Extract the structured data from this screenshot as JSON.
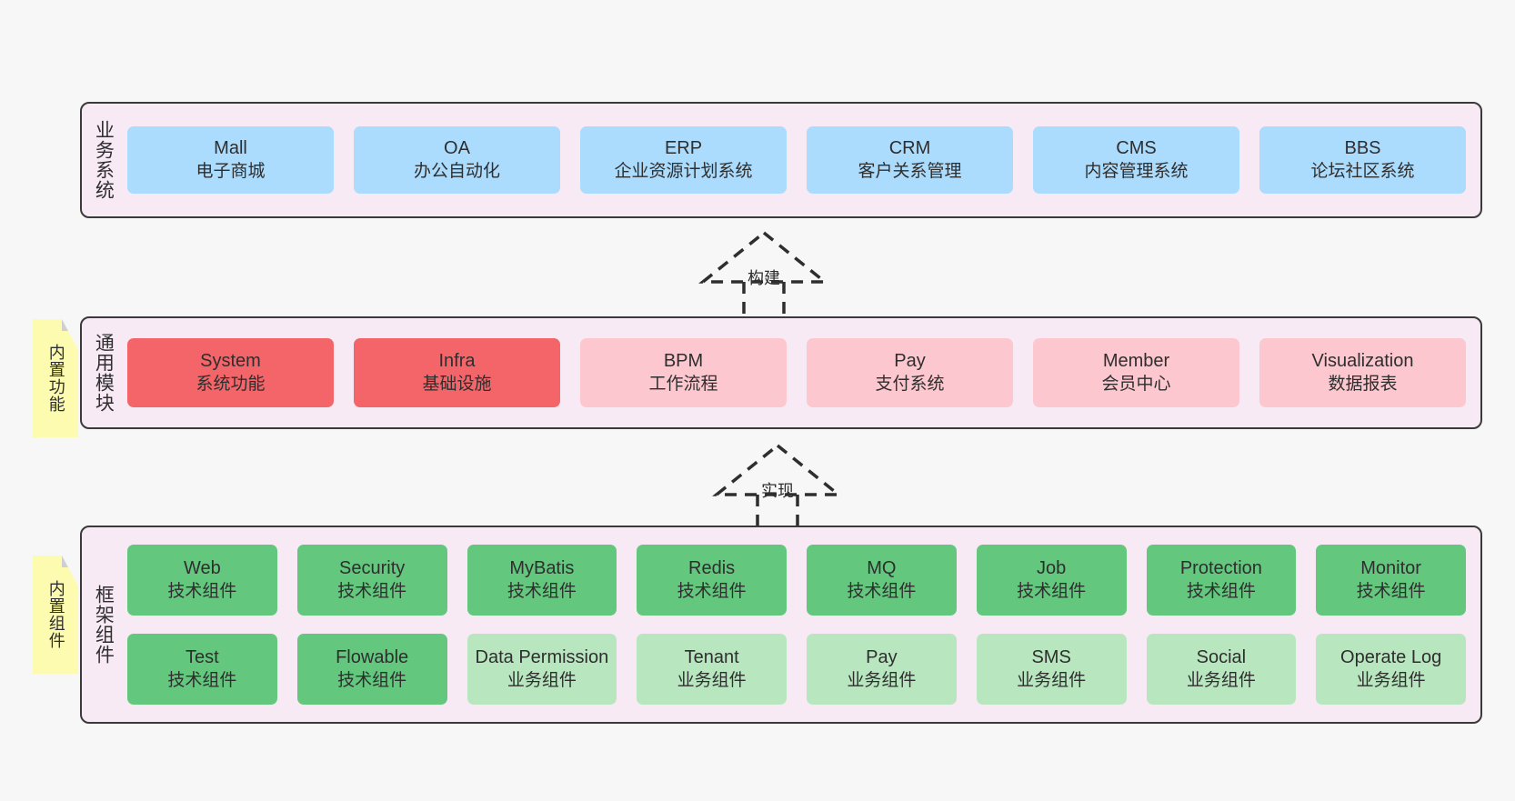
{
  "diagram": {
    "title": "",
    "background_color": "#F7F7F7",
    "container_color": "#F8EAF5",
    "border_color": "#3A3A3A"
  },
  "layers": [
    {
      "id": "business",
      "caption": "业务系统",
      "rows": [
        {
          "cards": [
            {
              "en": "Mall",
              "cn": "电子商城",
              "color": "#ACDCFD",
              "style": "c-blue"
            },
            {
              "en": "OA",
              "cn": "办公自动化",
              "color": "#ACDCFD",
              "style": "c-blue"
            },
            {
              "en": "ERP",
              "cn": "企业资源计划系统",
              "color": "#ACDCFD",
              "style": "c-blue"
            },
            {
              "en": "CRM",
              "cn": "客户关系管理",
              "color": "#ACDCFD",
              "style": "c-blue"
            },
            {
              "en": "CMS",
              "cn": "内容管理系统",
              "color": "#ACDCFD",
              "style": "c-blue"
            },
            {
              "en": "BBS",
              "cn": "论坛社区系统",
              "color": "#ACDCFD",
              "style": "c-blue"
            }
          ]
        }
      ]
    },
    {
      "id": "common",
      "caption": "通用模块",
      "sticky": "内置功能",
      "rows": [
        {
          "cards": [
            {
              "en": "System",
              "cn": "系统功能",
              "color": "#F4656A",
              "style": "c-red"
            },
            {
              "en": "Infra",
              "cn": "基础设施",
              "color": "#F4656A",
              "style": "c-red"
            },
            {
              "en": "BPM",
              "cn": "工作流程",
              "color": "#FCC7CE",
              "style": "c-pink"
            },
            {
              "en": "Pay",
              "cn": "支付系统",
              "color": "#FCC7CE",
              "style": "c-pink"
            },
            {
              "en": "Member",
              "cn": "会员中心",
              "color": "#FCC7CE",
              "style": "c-pink"
            },
            {
              "en": "Visualization",
              "cn": "数据报表",
              "color": "#FCC7CE",
              "style": "c-pink"
            }
          ]
        }
      ]
    },
    {
      "id": "framework",
      "caption": "框架组件",
      "sticky": "内置组件",
      "rows": [
        {
          "cards": [
            {
              "en": "Web",
              "cn": "技术组件",
              "color": "#63C77E",
              "style": "c-green"
            },
            {
              "en": "Security",
              "cn": "技术组件",
              "color": "#63C77E",
              "style": "c-green"
            },
            {
              "en": "MyBatis",
              "cn": "技术组件",
              "color": "#63C77E",
              "style": "c-green"
            },
            {
              "en": "Redis",
              "cn": "技术组件",
              "color": "#63C77E",
              "style": "c-green"
            },
            {
              "en": "MQ",
              "cn": "技术组件",
              "color": "#63C77E",
              "style": "c-green"
            },
            {
              "en": "Job",
              "cn": "技术组件",
              "color": "#63C77E",
              "style": "c-green"
            },
            {
              "en": "Protection",
              "cn": "技术组件",
              "color": "#63C77E",
              "style": "c-green"
            },
            {
              "en": "Monitor",
              "cn": "技术组件",
              "color": "#63C77E",
              "style": "c-green"
            }
          ]
        },
        {
          "cards": [
            {
              "en": "Test",
              "cn": "技术组件",
              "color": "#63C77E",
              "style": "c-green"
            },
            {
              "en": "Flowable",
              "cn": "技术组件",
              "color": "#63C77E",
              "style": "c-green"
            },
            {
              "en": "Data Permission",
              "cn": "业务组件",
              "color": "#B8E6BF",
              "style": "c-green-light"
            },
            {
              "en": "Tenant",
              "cn": "业务组件",
              "color": "#B8E6BF",
              "style": "c-green-light"
            },
            {
              "en": "Pay",
              "cn": "业务组件",
              "color": "#B8E6BF",
              "style": "c-green-light"
            },
            {
              "en": "SMS",
              "cn": "业务组件",
              "color": "#B8E6BF",
              "style": "c-green-light"
            },
            {
              "en": "Social",
              "cn": "业务组件",
              "color": "#B8E6BF",
              "style": "c-green-light"
            },
            {
              "en": "Operate Log",
              "cn": "业务组件",
              "color": "#B8E6BF",
              "style": "c-green-light"
            }
          ]
        }
      ]
    }
  ],
  "connectors": [
    {
      "id": "build",
      "label": "构建",
      "type": "uml-realization",
      "from": "common",
      "to": "business"
    },
    {
      "id": "realize",
      "label": "实现",
      "type": "uml-realization",
      "from": "framework",
      "to": "common"
    }
  ]
}
